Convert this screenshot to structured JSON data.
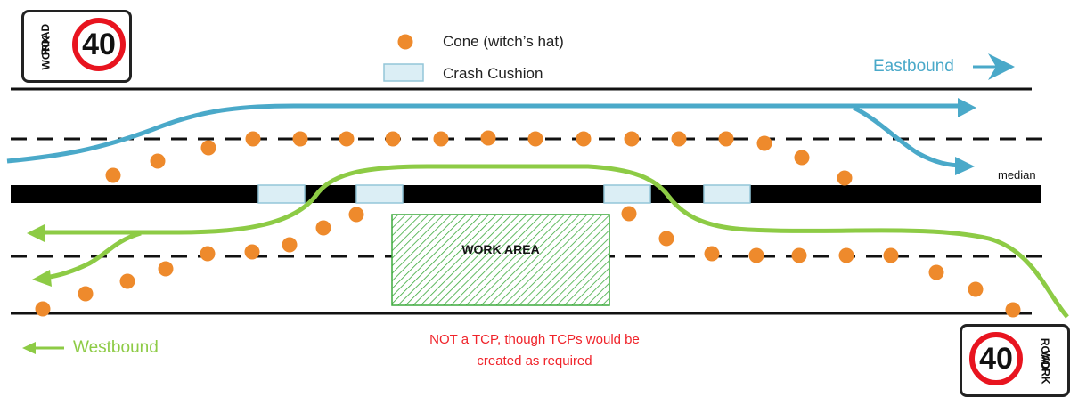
{
  "legend": {
    "cone_label": "Cone (witch’s hat)",
    "cushion_label": "Crash Cushion"
  },
  "directions": {
    "eastbound": "Eastbound",
    "westbound": "Westbound"
  },
  "median_label": "median",
  "work_area_label": "WORK AREA",
  "note_lines": [
    "NOT a TCP, though TCPs would be",
    "created as required"
  ],
  "signs": {
    "speed_limit": "40",
    "road_word": "ROAD",
    "work_word": "WORK"
  },
  "colors": {
    "eastbound": "#4aa9c9",
    "westbound": "#8dcb45",
    "cone": "#ee8a2c",
    "cushion_fill": "#dbeef5",
    "cushion_stroke": "#93c6d8",
    "work_area": "#3daa3d",
    "note": "#f0232a",
    "sign_ring": "#e8141f"
  }
}
